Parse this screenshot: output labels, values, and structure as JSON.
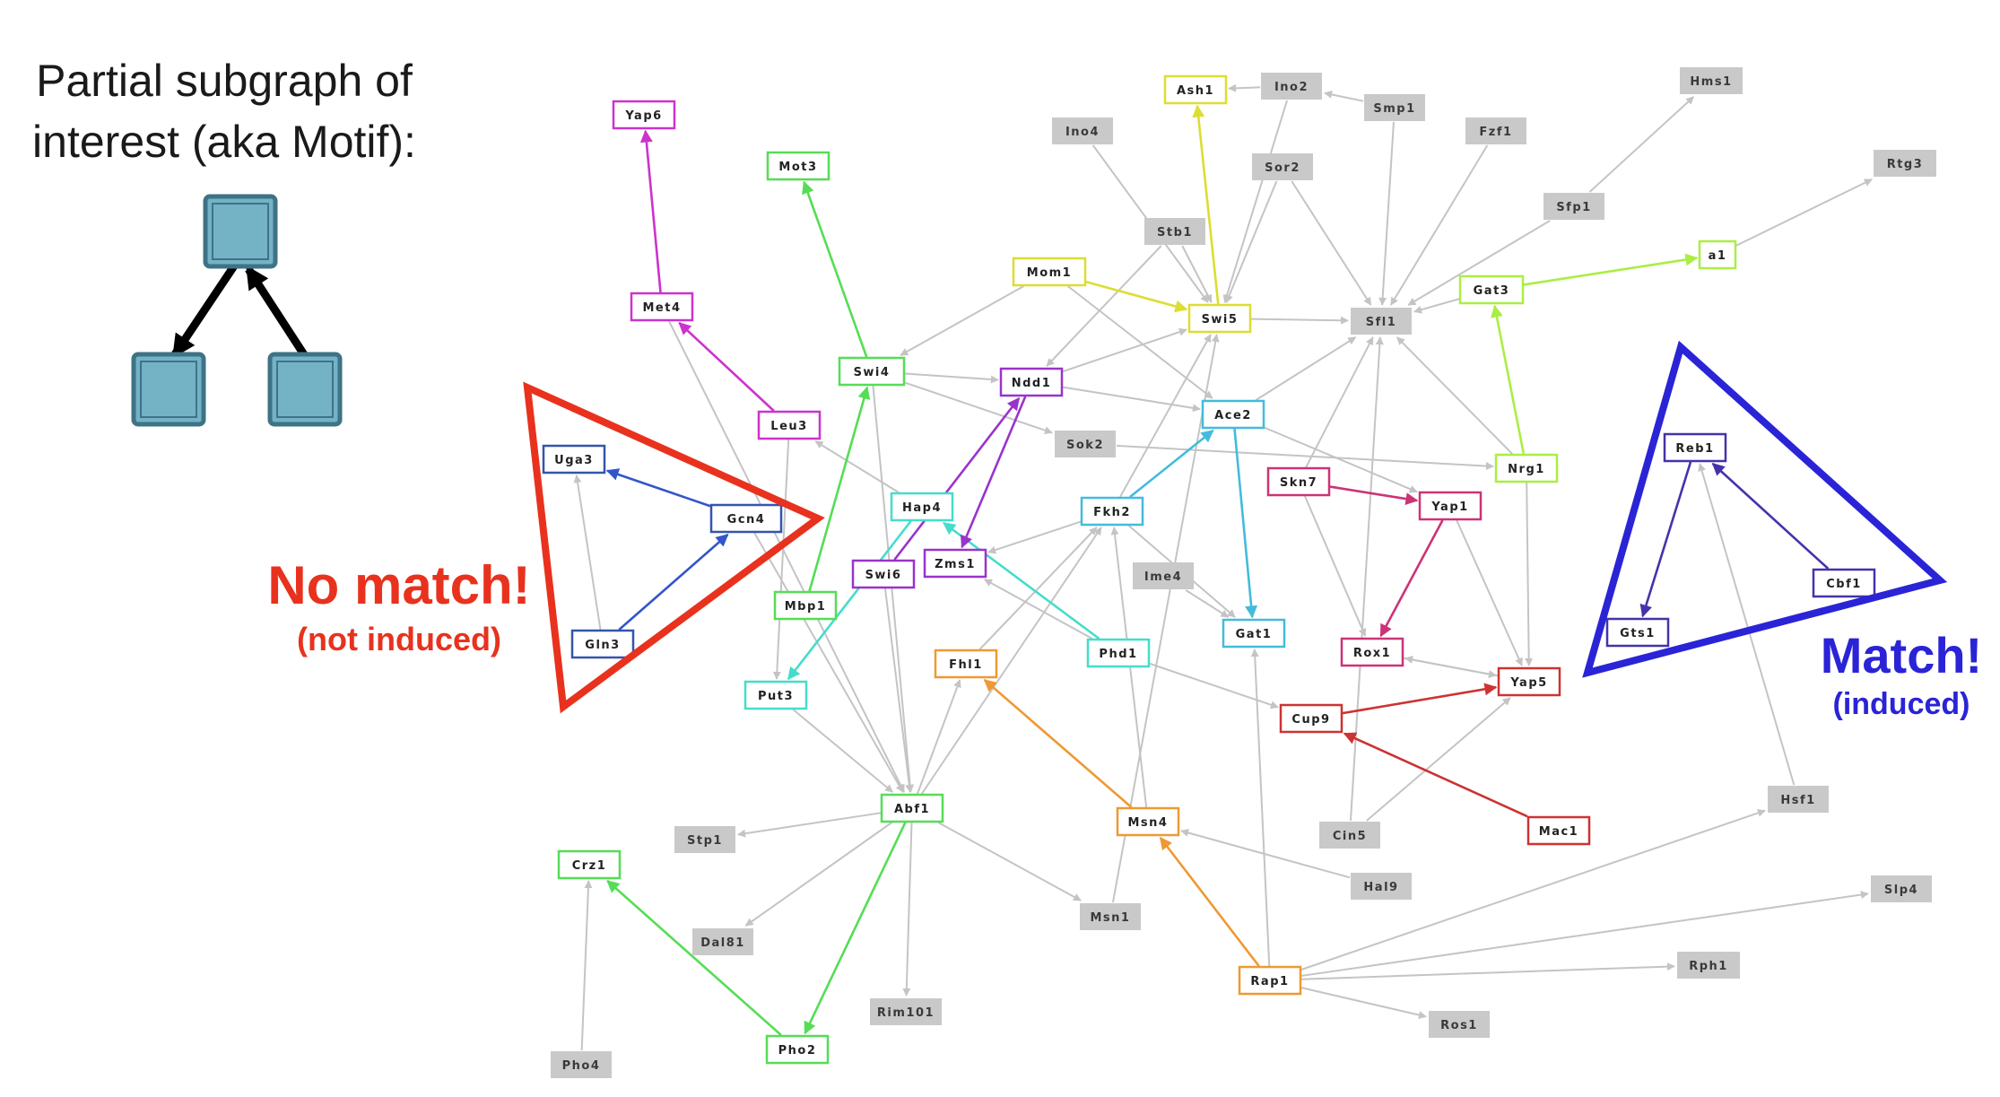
{
  "caption": {
    "line1": "Partial subgraph of",
    "line2": "interest (aka Motif):"
  },
  "no_match": {
    "title": "No match!",
    "subtitle": "(not induced)",
    "color": "#e8321e"
  },
  "match": {
    "title": "Match!",
    "subtitle": "(induced)",
    "color": "#2a24d6"
  },
  "colors": {
    "gray_edge": "#c4c4c4",
    "gray_fill": "#c9c9c9",
    "motif_fill": "#74b2c6",
    "motif_stroke": "#3e7386"
  },
  "nodes": [
    {
      "id": "Yap6",
      "label": "Yap6",
      "color": "#cc33cc"
    },
    {
      "id": "Mot3",
      "label": "Mot3",
      "color": "#55dd55"
    },
    {
      "id": "Met4",
      "label": "Met4",
      "color": "#cc33cc"
    },
    {
      "id": "Leu3",
      "label": "Leu3",
      "color": "#cc33cc"
    },
    {
      "id": "Uga3",
      "label": "Uga3",
      "color": "#3355aa"
    },
    {
      "id": "Gcn4",
      "label": "Gcn4",
      "color": "#3355aa"
    },
    {
      "id": "Gln3",
      "label": "Gln3",
      "color": "#3355aa"
    },
    {
      "id": "Swi4",
      "label": "Swi4",
      "color": "#55dd55"
    },
    {
      "id": "Mbp1",
      "label": "Mbp1",
      "color": "#55dd55"
    },
    {
      "id": "Put3",
      "label": "Put3",
      "color": "#44ddcc"
    },
    {
      "id": "Hap4",
      "label": "Hap4",
      "color": "#44ddcc"
    },
    {
      "id": "Swi6",
      "label": "Swi6",
      "color": "#9933cc"
    },
    {
      "id": "Zms1",
      "label": "Zms1",
      "color": "#9933cc"
    },
    {
      "id": "Ndd1",
      "label": "Ndd1",
      "color": "#9933cc"
    },
    {
      "id": "Mom1",
      "label": "Mom1",
      "color": "#dddd33"
    },
    {
      "id": "Ash1",
      "label": "Ash1",
      "color": "#dddd33"
    },
    {
      "id": "Swi5",
      "label": "Swi5",
      "color": "#dddd33"
    },
    {
      "id": "Ino2",
      "label": "Ino2",
      "color": "gray"
    },
    {
      "id": "Ino4",
      "label": "Ino4",
      "color": "gray"
    },
    {
      "id": "Smp1",
      "label": "Smp1",
      "color": "gray"
    },
    {
      "id": "Sor2",
      "label": "Sor2",
      "color": "gray"
    },
    {
      "id": "Stb1",
      "label": "Stb1",
      "color": "gray"
    },
    {
      "id": "Fzf1",
      "label": "Fzf1",
      "color": "gray"
    },
    {
      "id": "Hms1",
      "label": "Hms1",
      "color": "gray"
    },
    {
      "id": "Rtg3",
      "label": "Rtg3",
      "color": "gray"
    },
    {
      "id": "Sfp1",
      "label": "Sfp1",
      "color": "gray"
    },
    {
      "id": "Sfl1",
      "label": "Sfl1",
      "color": "gray"
    },
    {
      "id": "Gat3",
      "label": "Gat3",
      "color": "#aaee44"
    },
    {
      "id": "a1",
      "label": "a1",
      "color": "#aaee44"
    },
    {
      "id": "Nrg1",
      "label": "Nrg1",
      "color": "#aaee44"
    },
    {
      "id": "Ace2",
      "label": "Ace2",
      "color": "#44bbdd"
    },
    {
      "id": "Sok2",
      "label": "Sok2",
      "color": "gray"
    },
    {
      "id": "Fkh2",
      "label": "Fkh2",
      "color": "#44bbdd"
    },
    {
      "id": "Skn7",
      "label": "Skn7",
      "color": "#cc3377"
    },
    {
      "id": "Yap1",
      "label": "Yap1",
      "color": "#cc3377"
    },
    {
      "id": "Rox1",
      "label": "Rox1",
      "color": "#cc3377"
    },
    {
      "id": "Ime4",
      "label": "Ime4",
      "color": "gray"
    },
    {
      "id": "Gat1",
      "label": "Gat1",
      "color": "#44bbdd"
    },
    {
      "id": "Phd1",
      "label": "Phd1",
      "color": "#44ddcc"
    },
    {
      "id": "Fhl1",
      "label": "Fhl1",
      "color": "#ee9933"
    },
    {
      "id": "Yap5",
      "label": "Yap5",
      "color": "#cc3333"
    },
    {
      "id": "Cup9",
      "label": "Cup9",
      "color": "#cc3333"
    },
    {
      "id": "Mac1",
      "label": "Mac1",
      "color": "#cc3333"
    },
    {
      "id": "Msn4",
      "label": "Msn4",
      "color": "#ee9933"
    },
    {
      "id": "Cin5",
      "label": "Cin5",
      "color": "gray"
    },
    {
      "id": "Hal9",
      "label": "Hal9",
      "color": "gray"
    },
    {
      "id": "Hsf1",
      "label": "Hsf1",
      "color": "gray"
    },
    {
      "id": "Slp4",
      "label": "Slp4",
      "color": "gray"
    },
    {
      "id": "Rph1",
      "label": "Rph1",
      "color": "gray"
    },
    {
      "id": "Rap1",
      "label": "Rap1",
      "color": "#ee9933"
    },
    {
      "id": "Ros1",
      "label": "Ros1",
      "color": "gray"
    },
    {
      "id": "Msn1",
      "label": "Msn1",
      "color": "gray"
    },
    {
      "id": "Abf1",
      "label": "Abf1",
      "color": "#55dd55"
    },
    {
      "id": "Stp1",
      "label": "Stp1",
      "color": "gray"
    },
    {
      "id": "Dal81",
      "label": "Dal81",
      "color": "gray"
    },
    {
      "id": "Rim101",
      "label": "Rim101",
      "color": "gray"
    },
    {
      "id": "Crz1",
      "label": "Crz1",
      "color": "#55dd55"
    },
    {
      "id": "Pho4",
      "label": "Pho4",
      "color": "gray"
    },
    {
      "id": "Pho2",
      "label": "Pho2",
      "color": "#55dd55"
    },
    {
      "id": "Reb1",
      "label": "Reb1",
      "color": "#4433aa"
    },
    {
      "id": "Gts1",
      "label": "Gts1",
      "color": "#4433aa"
    },
    {
      "id": "Cbf1",
      "label": "Cbf1",
      "color": "#4433aa"
    }
  ],
  "edges": [
    {
      "from": "Met4",
      "to": "Yap6",
      "color": "#cc33cc"
    },
    {
      "from": "Leu3",
      "to": "Met4",
      "color": "#cc33cc"
    },
    {
      "from": "Gcn4",
      "to": "Uga3",
      "color": "#3355cc"
    },
    {
      "from": "Gln3",
      "to": "Gcn4",
      "color": "#3355cc"
    },
    {
      "from": "Swi4",
      "to": "Mot3",
      "color": "#55dd55"
    },
    {
      "from": "Mbp1",
      "to": "Swi4",
      "color": "#55dd55"
    },
    {
      "from": "Abf1",
      "to": "Pho2",
      "color": "#55dd55"
    },
    {
      "from": "Pho2",
      "to": "Crz1",
      "color": "#55dd55"
    },
    {
      "from": "Hap4",
      "to": "Put3",
      "color": "#44ddcc"
    },
    {
      "from": "Phd1",
      "to": "Hap4",
      "color": "#44ddcc"
    },
    {
      "from": "Swi6",
      "to": "Ndd1",
      "color": "#9933cc"
    },
    {
      "from": "Ndd1",
      "to": "Zms1",
      "color": "#9933cc"
    },
    {
      "from": "Mom1",
      "to": "Swi5",
      "color": "#dddd33"
    },
    {
      "from": "Swi5",
      "to": "Ash1",
      "color": "#dddd33"
    },
    {
      "from": "Gat3",
      "to": "a1",
      "color": "#aaee44"
    },
    {
      "from": "Nrg1",
      "to": "Gat3",
      "color": "#aaee44"
    },
    {
      "from": "Fkh2",
      "to": "Ace2",
      "color": "#44bbdd"
    },
    {
      "from": "Ace2",
      "to": "Gat1",
      "color": "#44bbdd"
    },
    {
      "from": "Skn7",
      "to": "Yap1",
      "color": "#cc3377"
    },
    {
      "from": "Yap1",
      "to": "Rox1",
      "color": "#cc3377"
    },
    {
      "from": "Cup9",
      "to": "Yap5",
      "color": "#cc3333"
    },
    {
      "from": "Mac1",
      "to": "Cup9",
      "color": "#cc3333"
    },
    {
      "from": "Msn4",
      "to": "Fhl1",
      "color": "#ee9933"
    },
    {
      "from": "Rap1",
      "to": "Msn4",
      "color": "#ee9933"
    },
    {
      "from": "Reb1",
      "to": "Gts1",
      "color": "#4433aa"
    },
    {
      "from": "Cbf1",
      "to": "Reb1",
      "color": "#4433aa"
    },
    {
      "from": "Ino2",
      "to": "Ash1",
      "color": "gray"
    },
    {
      "from": "Smp1",
      "to": "Ino2",
      "color": "gray"
    },
    {
      "from": "Ino2",
      "to": "Swi5",
      "color": "gray"
    },
    {
      "from": "Ino4",
      "to": "Swi5",
      "color": "gray"
    },
    {
      "from": "Sor2",
      "to": "Sfl1",
      "color": "gray"
    },
    {
      "from": "Sor2",
      "to": "Swi5",
      "color": "gray"
    },
    {
      "from": "Stb1",
      "to": "Swi5",
      "color": "gray"
    },
    {
      "from": "Stb1",
      "to": "Ndd1",
      "color": "gray"
    },
    {
      "from": "Smp1",
      "to": "Sfl1",
      "color": "gray"
    },
    {
      "from": "Fzf1",
      "to": "Sfl1",
      "color": "gray"
    },
    {
      "from": "Sfp1",
      "to": "Hms1",
      "color": "gray"
    },
    {
      "from": "Sfp1",
      "to": "Sfl1",
      "color": "gray"
    },
    {
      "from": "a1",
      "to": "Rtg3",
      "color": "gray"
    },
    {
      "from": "Gat3",
      "to": "Sfl1",
      "color": "gray"
    },
    {
      "from": "Swi5",
      "to": "Sfl1",
      "color": "gray"
    },
    {
      "from": "Mom1",
      "to": "Swi4",
      "color": "gray"
    },
    {
      "from": "Mom1",
      "to": "Ace2",
      "color": "gray"
    },
    {
      "from": "Swi4",
      "to": "Ndd1",
      "color": "gray"
    },
    {
      "from": "Ndd1",
      "to": "Ace2",
      "color": "gray"
    },
    {
      "from": "Ndd1",
      "to": "Swi5",
      "color": "gray"
    },
    {
      "from": "Swi4",
      "to": "Sok2",
      "color": "gray"
    },
    {
      "from": "Sok2",
      "to": "Nrg1",
      "color": "gray"
    },
    {
      "from": "Nrg1",
      "to": "Sfl1",
      "color": "gray"
    },
    {
      "from": "Nrg1",
      "to": "Yap5",
      "color": "gray"
    },
    {
      "from": "Skn7",
      "to": "Rox1",
      "color": "gray"
    },
    {
      "from": "Skn7",
      "to": "Sfl1",
      "color": "gray"
    },
    {
      "from": "Ace2",
      "to": "Sfl1",
      "color": "gray"
    },
    {
      "from": "Ace2",
      "to": "Yap1",
      "color": "gray"
    },
    {
      "from": "Yap1",
      "to": "Yap5",
      "color": "gray"
    },
    {
      "from": "Rox1",
      "to": "Yap5",
      "color": "gray"
    },
    {
      "from": "Yap5",
      "to": "Rox1",
      "color": "gray"
    },
    {
      "from": "Cin5",
      "to": "Yap5",
      "color": "gray"
    },
    {
      "from": "Cin5",
      "to": "Sfl1",
      "color": "gray"
    },
    {
      "from": "Msn4",
      "to": "Fkh2",
      "color": "gray"
    },
    {
      "from": "Hal9",
      "to": "Msn4",
      "color": "gray"
    },
    {
      "from": "Rap1",
      "to": "Gat1",
      "color": "gray"
    },
    {
      "from": "Rap1",
      "to": "Hsf1",
      "color": "gray"
    },
    {
      "from": "Rap1",
      "to": "Slp4",
      "color": "gray"
    },
    {
      "from": "Rap1",
      "to": "Rph1",
      "color": "gray"
    },
    {
      "from": "Rap1",
      "to": "Ros1",
      "color": "gray"
    },
    {
      "from": "Phd1",
      "to": "Cup9",
      "color": "gray"
    },
    {
      "from": "Phd1",
      "to": "Zms1",
      "color": "gray"
    },
    {
      "from": "Ime4",
      "to": "Gat1",
      "color": "gray"
    },
    {
      "from": "Fkh2",
      "to": "Swi5",
      "color": "gray"
    },
    {
      "from": "Fkh2",
      "to": "Gat1",
      "color": "gray"
    },
    {
      "from": "Fkh2",
      "to": "Zms1",
      "color": "gray"
    },
    {
      "from": "Fhl1",
      "to": "Fkh2",
      "color": "gray"
    },
    {
      "from": "Abf1",
      "to": "Fhl1",
      "color": "gray"
    },
    {
      "from": "Abf1",
      "to": "Stp1",
      "color": "gray"
    },
    {
      "from": "Abf1",
      "to": "Dal81",
      "color": "gray"
    },
    {
      "from": "Abf1",
      "to": "Rim101",
      "color": "gray"
    },
    {
      "from": "Abf1",
      "to": "Msn1",
      "color": "gray"
    },
    {
      "from": "Abf1",
      "to": "Fkh2",
      "color": "gray"
    },
    {
      "from": "Swi4",
      "to": "Abf1",
      "color": "gray"
    },
    {
      "from": "Swi6",
      "to": "Abf1",
      "color": "gray"
    },
    {
      "from": "Gcn4",
      "to": "Abf1",
      "color": "gray"
    },
    {
      "from": "Leu3",
      "to": "Put3",
      "color": "gray"
    },
    {
      "from": "Met4",
      "to": "Abf1",
      "color": "gray"
    },
    {
      "from": "Put3",
      "to": "Abf1",
      "color": "gray"
    },
    {
      "from": "Hap4",
      "to": "Leu3",
      "color": "gray"
    },
    {
      "from": "Msn1",
      "to": "Swi5",
      "color": "gray"
    },
    {
      "from": "Gln3",
      "to": "Uga3",
      "color": "gray"
    },
    {
      "from": "Pho4",
      "to": "Crz1",
      "color": "gray"
    },
    {
      "from": "Hsf1",
      "to": "Reb1",
      "color": "gray"
    },
    {
      "from": "Mbp1",
      "to": "Swi4",
      "color": "gray"
    }
  ],
  "motif": {
    "nodes": [
      "top",
      "left",
      "right"
    ],
    "edges": [
      {
        "from": "top",
        "to": "left"
      },
      {
        "from": "right",
        "to": "top"
      }
    ]
  }
}
